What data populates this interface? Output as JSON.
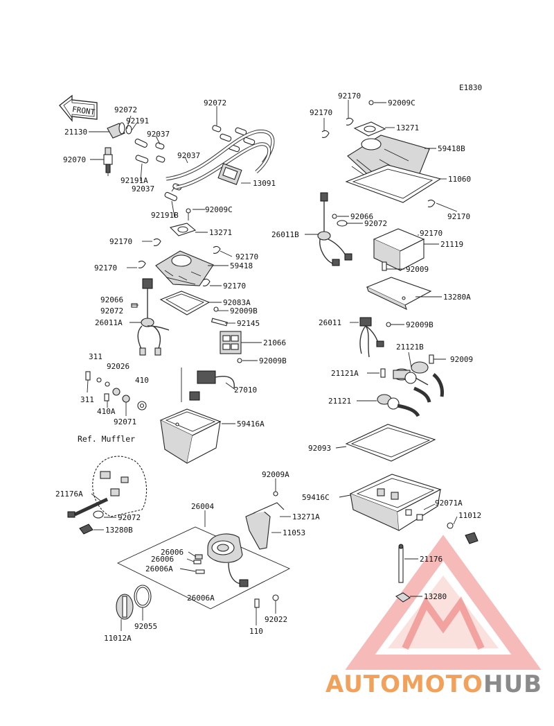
{
  "diagram_code": "E1830",
  "front_arrow_label": "FRONT",
  "ref_muffler_label": "Ref. Muffler",
  "watermark": {
    "text_part1": "AUTOMOTO",
    "text_part2": "HUB",
    "color_part1": "#f2a15a",
    "color_part2": "#8a8a8a",
    "logo_color": "#e5322d"
  },
  "labels": {
    "l_92072_a": "92072",
    "l_92191": "92191",
    "l_21130": "21130",
    "l_92037_a": "92037",
    "l_92070": "92070",
    "l_92037_b": "92037",
    "l_92191a": "92191A",
    "l_92037_c": "92037",
    "l_92072_b": "92072",
    "l_13091": "13091",
    "l_92191b": "92191B",
    "l_92009c_a": "92009C",
    "l_13271_a": "13271",
    "l_92170_a": "92170",
    "l_92170_b": "92170",
    "l_92170_c": "92170",
    "l_59418": "59418",
    "l_92170_d": "92170",
    "l_92066_a": "92066",
    "l_92083a": "92083A",
    "l_92072_c": "92072",
    "l_92009b_a": "92009B",
    "l_26011a": "26011A",
    "l_92145": "92145",
    "l_21066": "21066",
    "l_311_a": "311",
    "l_92009b_b": "92009B",
    "l_92026": "92026",
    "l_410": "410",
    "l_27010": "27010",
    "l_311_b": "311",
    "l_410a": "410A",
    "l_92071": "92071",
    "l_59416a": "59416A",
    "l_21176a": "21176A",
    "l_92072_d": "92072",
    "l_13280b": "13280B",
    "l_26004": "26004",
    "l_92009a": "92009A",
    "l_13271a": "13271A",
    "l_11053": "11053",
    "l_26006_a": "26006",
    "l_26006_b": "26006",
    "l_26006a_a": "26006A",
    "l_26006a_b": "26006A",
    "l_92055": "92055",
    "l_11012a": "11012A",
    "l_92022": "92022",
    "l_110": "110",
    "l_92170_e": "92170",
    "l_92009c_b": "92009C",
    "l_92170_f": "92170",
    "l_13271_b": "13271",
    "l_59418b": "59418B",
    "l_11060": "11060",
    "l_92170_g": "92170",
    "l_92066_b": "92066",
    "l_26011b": "26011B",
    "l_92072_e": "92072",
    "l_92170_h": "92170",
    "l_21119": "21119",
    "l_92009_a": "92009",
    "l_13280a": "13280A",
    "l_26011": "26011",
    "l_92009b_c": "92009B",
    "l_21121b": "21121B",
    "l_92009_b": "92009",
    "l_21121a": "21121A",
    "l_21121": "21121",
    "l_92093": "92093",
    "l_59416c": "59416C",
    "l_92071a": "92071A",
    "l_11012": "11012",
    "l_21176": "21176",
    "l_13280": "13280"
  }
}
